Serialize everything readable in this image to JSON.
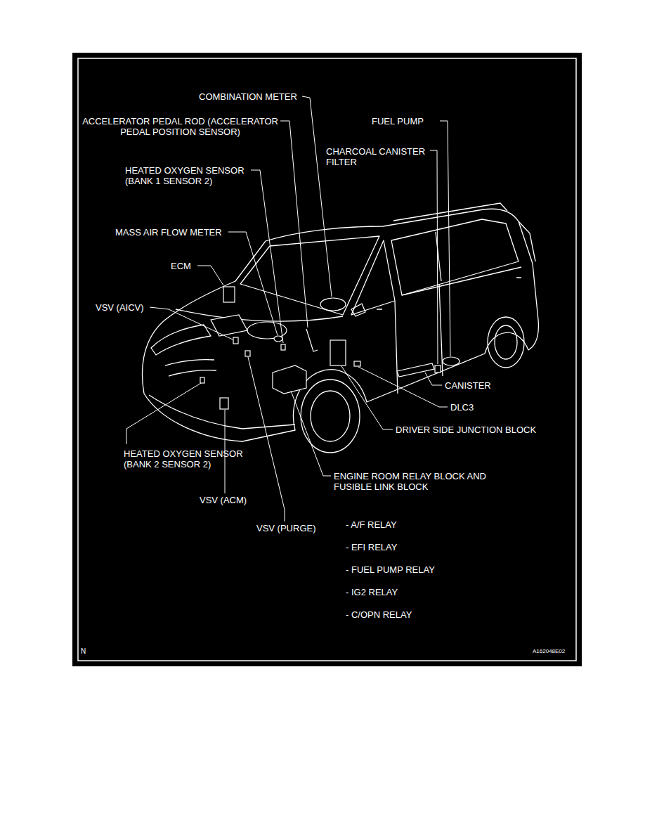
{
  "diagram": {
    "labels": [
      "COMBINATION METER",
      "ACCELERATOR PEDAL ROD (ACCELERATOR PEDAL POSITION SENSOR)",
      "FUEL PUMP",
      "CHARCOAL CANISTER FILTER",
      "HEATED OXYGEN SENSOR (BANK 1 SENSOR 2)",
      "MASS AIR FLOW METER",
      "ECM",
      "VSV (AICV)",
      "CANISTER",
      "DLC3",
      "DRIVER SIDE JUNCTION BLOCK",
      "HEATED OXYGEN SENSOR (BANK 2 SENSOR 2)",
      "ENGINE ROOM RELAY BLOCK AND FUSIBLE LINK BLOCK",
      "VSV (ACM)",
      "VSV (PURGE)",
      "- A/F RELAY",
      "- EFI RELAY",
      "- FUEL PUMP RELAY",
      "- IG2 RELAY",
      "- C/OPN RELAY",
      "N",
      "A162048E02"
    ]
  }
}
